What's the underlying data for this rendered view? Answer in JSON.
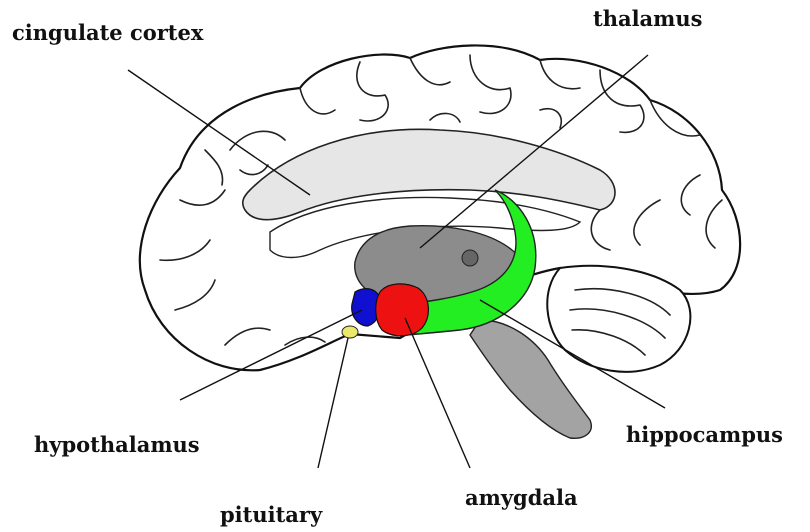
{
  "diagram": {
    "labels": {
      "cingulate": "cingulate cortex",
      "thalamus": "thalamus",
      "hypothalamus": "hypothalamus",
      "hippocampus": "hippocampus",
      "pituitary": "pituitary",
      "amygdala": "amygdala"
    },
    "colors": {
      "cingulate": "#e6e6e6",
      "thalamus": "#8c8c8c",
      "hypothalamus": "#1010d0",
      "amygdala": "#ee1111",
      "hippocampus": "#22ee22",
      "pituitary": "#ece86a",
      "brainstem": "#a3a3a3"
    }
  }
}
